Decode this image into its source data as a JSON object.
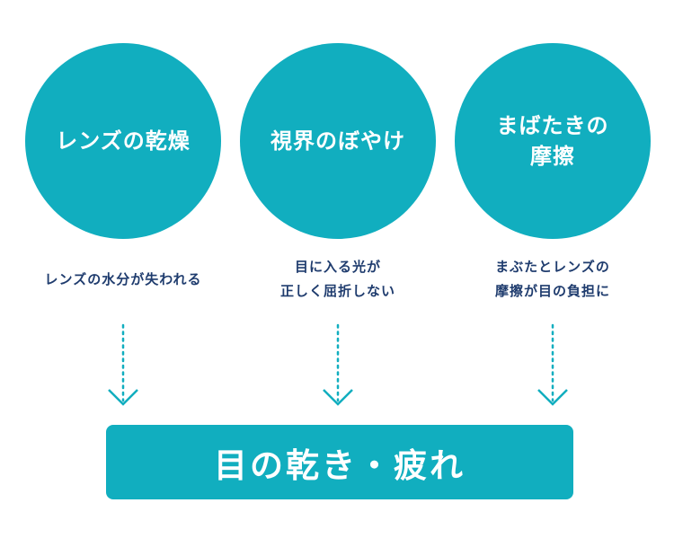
{
  "colors": {
    "teal": "#11aebf",
    "navy": "#1f3c6e"
  },
  "causes": [
    {
      "label_lines": [
        "レンズの乾燥"
      ],
      "desc_lines": [
        "レンズの水分が失われる"
      ]
    },
    {
      "label_lines": [
        "視界のぼやけ"
      ],
      "desc_lines": [
        "目に入る光が",
        "正しく屈折しない"
      ]
    },
    {
      "label_lines": [
        "まばたきの",
        "摩擦"
      ],
      "desc_lines": [
        "まぶたとレンズの",
        "摩擦が目の負担に"
      ]
    }
  ],
  "result": {
    "label": "目の乾き・疲れ"
  }
}
